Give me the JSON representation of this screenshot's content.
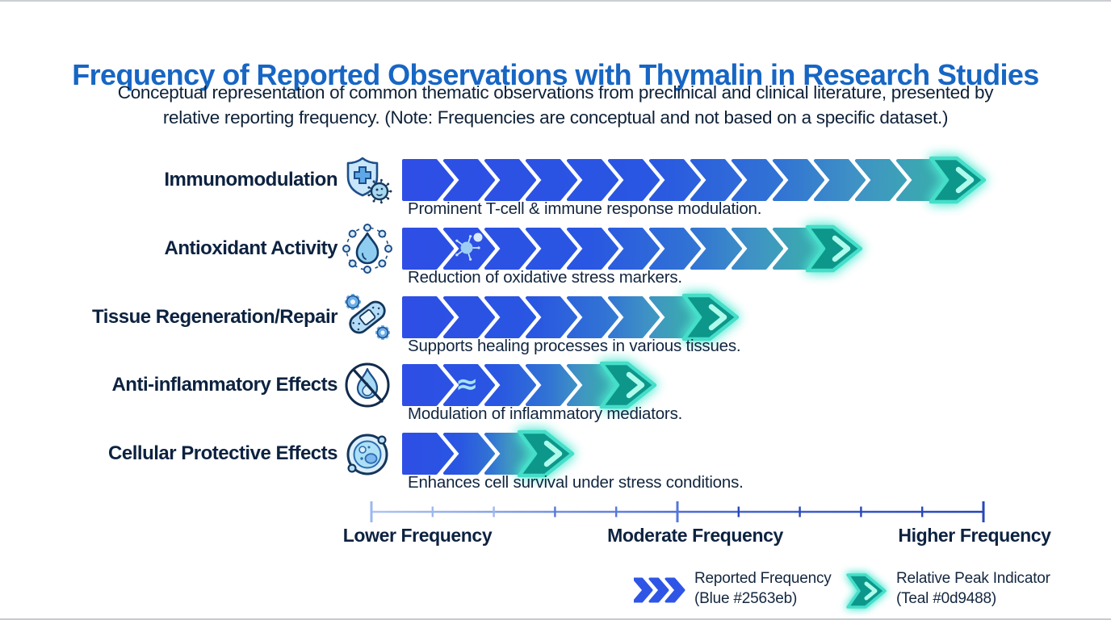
{
  "title": "Frequency of Reported Observations with Thymalin in Research Studies",
  "subtitle": {
    "lines": [
      "Conceptual representation of common thematic observations from preclinical and clinical literature, presented by",
      "relative reporting frequency. (Note: Frequencies are conceptual and not based on a specific dataset.)"
    ]
  },
  "colors": {
    "title_blue": "#1766c4",
    "bar_blue": "#2563eb",
    "peak_teal": "#0d9488",
    "glow_teal": "#5eead4",
    "text_navy": "#0d2240"
  },
  "rows": [
    {
      "label": "Immunomodulation",
      "caption": "Prominent T-cell & immune response modulation.",
      "icon": "shield-virus-icon",
      "segments": 13,
      "overlay": null
    },
    {
      "label": "Antioxidant Activity",
      "caption": "Reduction of oxidative stress markers.",
      "icon": "droplet-antioxidant-icon",
      "segments": 10,
      "overlay": "molecule"
    },
    {
      "label": "Tissue Regeneration/Repair",
      "caption": "Supports healing processes in various tissues.",
      "icon": "bandage-gears-icon",
      "segments": 7,
      "overlay": null
    },
    {
      "label": "Anti-inflammatory Effects",
      "caption": "Modulation of inflammatory mediators.",
      "icon": "no-flame-icon",
      "segments": 5,
      "overlay": "approx-waves"
    },
    {
      "label": "Cellular Protective Effects",
      "caption": "Enhances cell survival under stress conditions.",
      "icon": "cell-icon",
      "segments": 3,
      "overlay": null
    }
  ],
  "axis": {
    "labels": [
      "Lower Frequency",
      "Moderate Frequency",
      "Higher Frequency"
    ]
  },
  "legend": {
    "items": [
      {
        "icon": "blue-chevrons-icon",
        "line1": "Reported Frequency",
        "line2": "(Blue #2563eb)"
      },
      {
        "icon": "teal-peak-icon",
        "line1": "Relative Peak Indicator",
        "line2": "(Teal #0d9488)"
      }
    ]
  },
  "chart_data": {
    "type": "bar",
    "orientation": "horizontal",
    "title": "Frequency of Reported Observations with Thymalin in Research Studies",
    "subtitle": "Conceptual representation of common thematic observations from preclinical and clinical literature, presented by relative reporting frequency. (Note: Frequencies are conceptual and not based on a specific dataset.)",
    "categories": [
      "Immunomodulation",
      "Antioxidant Activity",
      "Tissue Regeneration/Repair",
      "Anti-inflammatory Effects",
      "Cellular Protective Effects"
    ],
    "values": [
      0.97,
      0.76,
      0.58,
      0.41,
      0.29
    ],
    "value_scale": "relative reporting frequency, 0 = Lower Frequency, 1 = Higher Frequency (conceptual, not a specific dataset)",
    "annotations": [
      "Prominent T-cell & immune response modulation.",
      "Reduction of oxidative stress markers.",
      "Supports healing processes in various tissues.",
      "Modulation of inflammatory mediators.",
      "Enhances cell survival under stress conditions."
    ],
    "xlabel_ticks": [
      "Lower Frequency",
      "Moderate Frequency",
      "Higher Frequency"
    ],
    "legend": [
      "Reported Frequency (Blue #2563eb)",
      "Relative Peak Indicator (Teal #0d9488)"
    ],
    "legend_position": "bottom-right",
    "grid": false
  }
}
